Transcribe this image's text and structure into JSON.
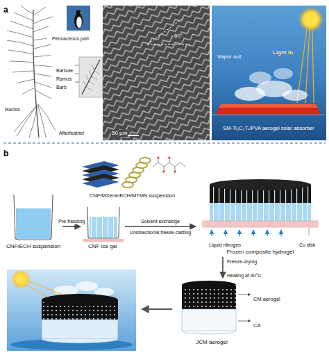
{
  "diagram": {
    "nodes": [
      {
        "text": [
          "CNF/MXene/ECH/MTMS suspension"
        ]
      },
      {
        "text": [
          "CNF/ECH suspension"
        ]
      },
      {
        "text": [
          "CNF ice gel"
        ]
      },
      {
        "text": [
          "Frozen composite hydrogel"
        ]
      },
      {
        "text": [
          "JCM aerogel"
        ]
      }
    ],
    "edges": [
      {
        "from": 1,
        "to": 2,
        "label": "Pre-freezing",
        "arrow": "to"
      },
      {
        "from": 2,
        "to": 3,
        "label": "Solvent exchange",
        "arrow": "to"
      },
      {
        "from": 3,
        "to": 4,
        "label": "Freeze-drying",
        "arrow": "to"
      }
    ],
    "labels": [
      "a",
      "Pennaceous part",
      "Barbule",
      "Ramus",
      "Barb",
      "Rachis",
      "Afterfeather",
      "60°",
      "50 μm",
      "Vapor out",
      "Light in",
      "SM-Ti₃C₂Tₓ/PVA aerogel solar absorber",
      "b",
      "Unidirectional freeze-casting",
      "Liquid nitrogen",
      "Cu disk",
      "Heating at 90°C",
      "CM aerogel",
      "CA"
    ]
  }
}
